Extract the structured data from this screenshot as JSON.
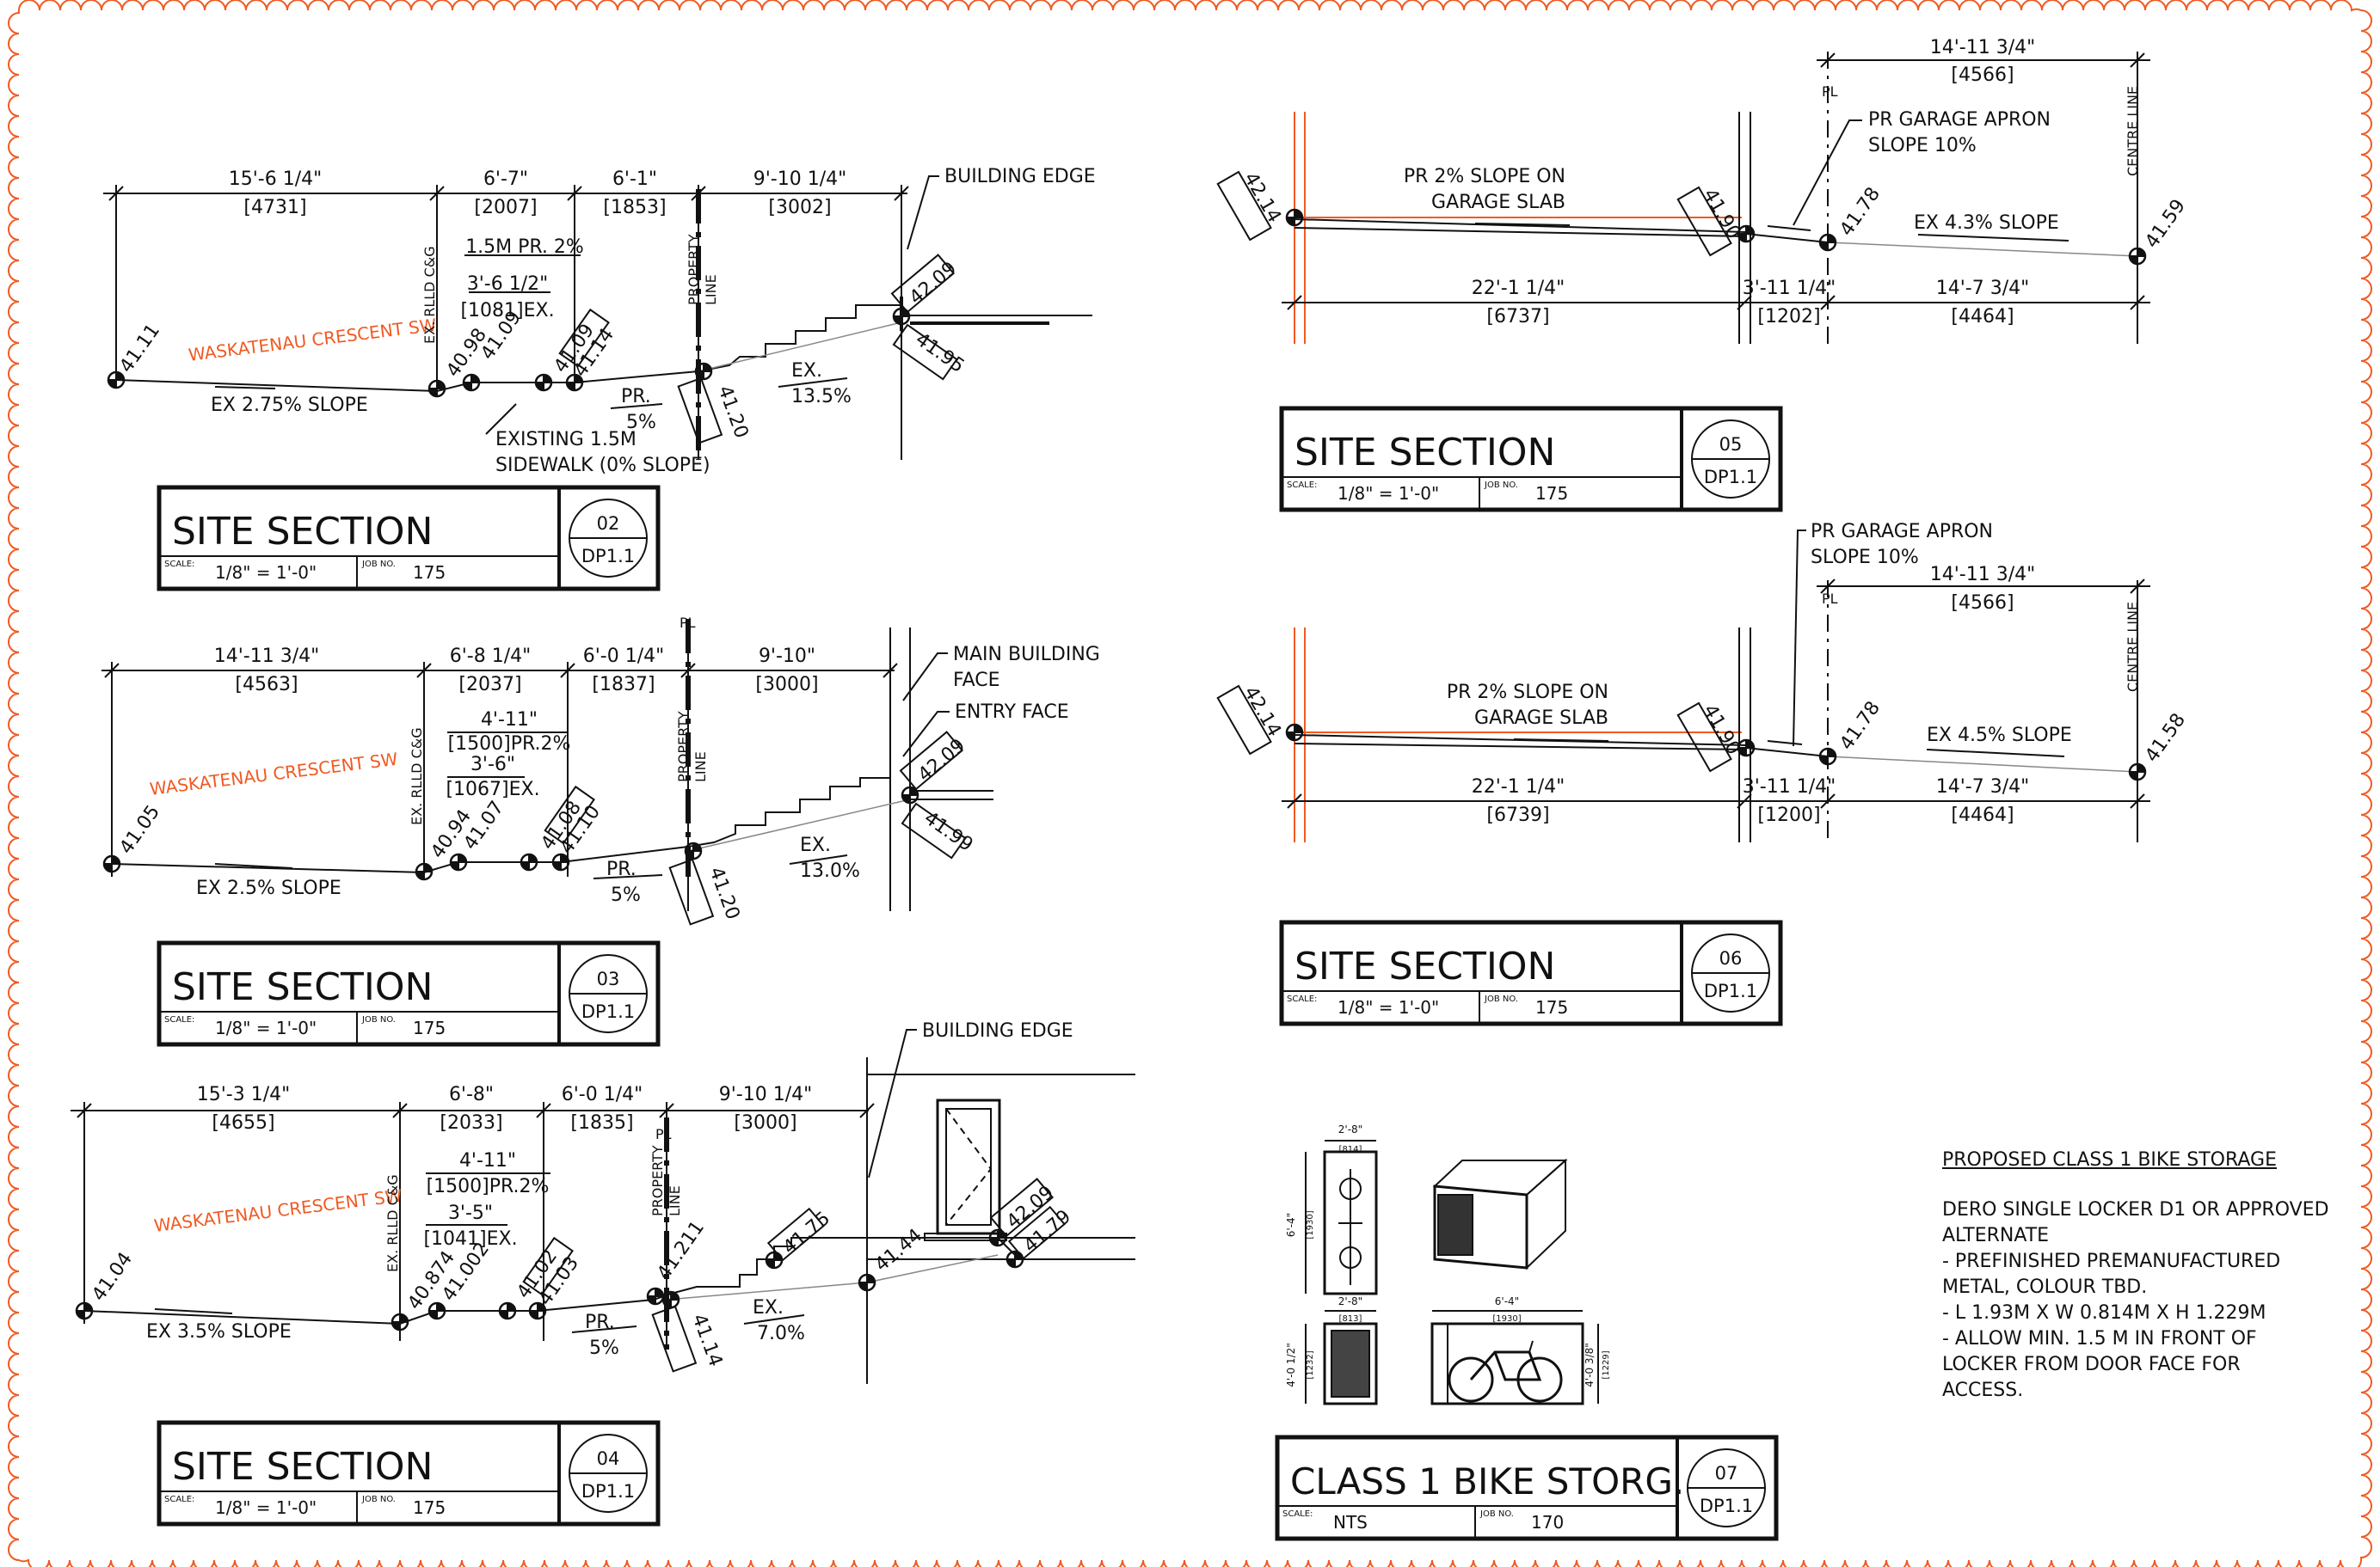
{
  "colors": {
    "cloud": "#f05a22",
    "street": "#f05a22",
    "ink": "#111111",
    "garage": "#f05a22"
  },
  "titles": {
    "s02": {
      "title": "SITE SECTION",
      "num": "02",
      "sheet": "DP1.1",
      "scale_lbl": "SCALE:",
      "scale": "1/8\" = 1'-0\"",
      "job_lbl": "JOB NO.",
      "job": "175"
    },
    "s03": {
      "title": "SITE SECTION",
      "num": "03",
      "sheet": "DP1.1",
      "scale_lbl": "SCALE:",
      "scale": "1/8\" = 1'-0\"",
      "job_lbl": "JOB NO.",
      "job": "175"
    },
    "s04": {
      "title": "SITE SECTION",
      "num": "04",
      "sheet": "DP1.1",
      "scale_lbl": "SCALE:",
      "scale": "1/8\" = 1'-0\"",
      "job_lbl": "JOB NO.",
      "job": "175"
    },
    "s05": {
      "title": "SITE SECTION",
      "num": "05",
      "sheet": "DP1.1",
      "scale_lbl": "SCALE:",
      "scale": "1/8\" = 1'-0\"",
      "job_lbl": "JOB NO.",
      "job": "175"
    },
    "s06": {
      "title": "SITE SECTION",
      "num": "06",
      "sheet": "DP1.1",
      "scale_lbl": "SCALE:",
      "scale": "1/8\" = 1'-0\"",
      "job_lbl": "JOB NO.",
      "job": "175"
    },
    "s07": {
      "title": "CLASS 1 BIKE STORG.",
      "num": "07",
      "sheet": "DP1.1",
      "scale_lbl": "SCALE:",
      "scale": "NTS",
      "job_lbl": "JOB NO.",
      "job": "170"
    }
  },
  "s02": {
    "d1": "15'-6 1/4\"",
    "m1": "[4731]",
    "d2": "6'-7\"",
    "m2": "[2007]",
    "d3": "6'-1\"",
    "m3": "[1853]",
    "d4": "9'-10 1/4\"",
    "m4": "[3002]",
    "sw1": "1.5M PR. 2%",
    "sw2": "3'-6 1/2\"",
    "sw3": "[1081]EX.",
    "building": "BUILDING EDGE",
    "street": "WASKATENAU CRESCENT SW",
    "curb": "EX. RLLD C&G",
    "prop": "PROPERTY",
    "line": "LINE",
    "e1": "41.11",
    "e2": "40.98",
    "e3": "41.09",
    "e4": "41.09",
    "e5": "41.14",
    "e6": "41.20",
    "e7": "42.09",
    "e8": "41.95",
    "slope1": "EX 2.75% SLOPE",
    "pr1": "PR.",
    "pr2": "5%",
    "ex1": "EX.",
    "ex2": "13.5%",
    "note1": "EXISTING 1.5M",
    "note2": "SIDEWALK (0% SLOPE)"
  },
  "s03": {
    "d1": "14'-11 3/4\"",
    "m1": "[4563]",
    "d2": "6'-8 1/4\"",
    "m2": "[2037]",
    "d3": "6'-0 1/4\"",
    "m3": "[1837]",
    "d4": "9'-10\"",
    "m4": "[3000]",
    "sw1": "4'-11\"",
    "sw2": "[1500]PR.2%",
    "sw3": "3'-6\"",
    "sw4": "[1067]EX.",
    "main1": "MAIN BUILDING",
    "main2": "FACE",
    "entry": "ENTRY FACE",
    "pl": "PL",
    "street": "WASKATENAU CRESCENT SW",
    "curb": "EX. RLLD C&G",
    "prop": "PROPERTY",
    "line": "LINE",
    "e1": "41.05",
    "e2": "40.94",
    "e3": "41.07",
    "e4": "41.08",
    "e5": "41.10",
    "e6": "41.20",
    "e7": "42.09",
    "e8": "41.99",
    "slope1": "EX 2.5% SLOPE",
    "pr1": "PR.",
    "pr2": "5%",
    "ex1": "EX.",
    "ex2": "13.0%"
  },
  "s04": {
    "d1": "15'-3 1/4\"",
    "m1": "[4655]",
    "d2": "6'-8\"",
    "m2": "[2033]",
    "d3": "6'-0 1/4\"",
    "m3": "[1835]",
    "d4": "9'-10 1/4\"",
    "m4": "[3000]",
    "sw1": "4'-11\"",
    "sw2": "[1500]PR.2%",
    "sw3": "3'-5\"",
    "sw4": "[1041]EX.",
    "building": "BUILDING EDGE",
    "pl": "PL",
    "street": "WASKATENAU CRESCENT SW",
    "curb": "EX. RLLD C&G",
    "prop": "PROPERTY",
    "line": "LINE",
    "e1": "41.04",
    "e2": "40.874",
    "e3": "41.002",
    "e4": "41.02",
    "e5": "41.03",
    "e6": "41.211",
    "e7": "41.14",
    "e8": "41.75",
    "e9": "41.44",
    "e10": "42.09",
    "e11": "41.79",
    "slope1": "EX 3.5% SLOPE",
    "pr1": "PR.",
    "pr2": "5%",
    "ex1": "EX.",
    "ex2": "7.0%"
  },
  "s05": {
    "d1": "14'-11 3/4\"",
    "m1": "[4566]",
    "d2": "22'-1 1/4\"",
    "m2": "[6737]",
    "d3": "3'-11 1/4\"",
    "m3": "[1202]",
    "d4": "14'-7 3/4\"",
    "m4": "[4464]",
    "pl": "PL",
    "centre": "CENTRE LINE",
    "apron1": "PR GARAGE APRON",
    "apron2": "SLOPE 10%",
    "slab1": "PR 2% SLOPE ON",
    "slab2": "GARAGE SLAB",
    "ex": "EX 4.3% SLOPE",
    "e1": "42.14",
    "e2": "41.90",
    "e3": "41.78",
    "e4": "41.59"
  },
  "s06": {
    "d1": "14'-11 3/4\"",
    "m1": "[4566]",
    "d2": "22'-1 1/4\"",
    "m2": "[6739]",
    "d3": "3'-11 1/4\"",
    "m3": "[1200]",
    "d4": "14'-7 3/4\"",
    "m4": "[4464]",
    "pl": "PL",
    "centre": "CENTRE LINE",
    "apron1": "PR GARAGE APRON",
    "apron2": "SLOPE 10%",
    "slab1": "PR 2% SLOPE ON",
    "slab2": "GARAGE SLAB",
    "ex": "EX 4.5% SLOPE",
    "e1": "42.14",
    "e2": "41.90",
    "e3": "41.78",
    "e4": "41.58"
  },
  "bike": {
    "w1": "2'-8\"",
    "w1m": "[814]",
    "h1": "6'-4\"",
    "h1m": "[1930]",
    "w2": "2'-8\"",
    "w2m": "[813]",
    "h2": "4'-0 1/2\"",
    "h2m": "[1232]",
    "l1": "6'-4\"",
    "l1m": "[1930]",
    "h3": "4'-0 3/8\"",
    "h3m": "[1229]"
  },
  "notes": {
    "heading": "PROPOSED CLASS 1 BIKE STORAGE",
    "lines": [
      "DERO SINGLE LOCKER D1 OR APPROVED",
      "ALTERNATE",
      "- PREFINISHED PREMANUFACTURED",
      "METAL, COLOUR TBD.",
      "- L 1.93M X W 0.814M X H 1.229M",
      "- ALLOW MIN. 1.5 M IN FRONT OF",
      "LOCKER FROM DOOR FACE FOR",
      "ACCESS."
    ]
  }
}
